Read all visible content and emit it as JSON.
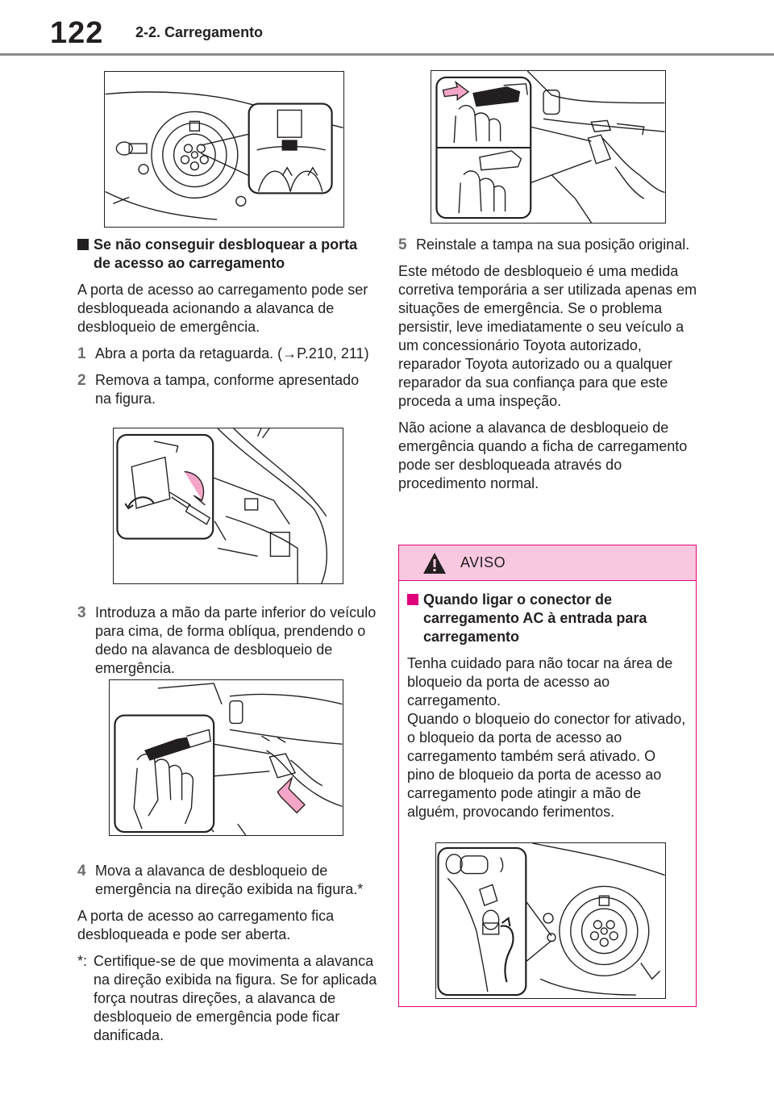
{
  "header": {
    "page_number": "122",
    "section_title": "2-2. Carregamento"
  },
  "left": {
    "heading": "Se não conseguir desbloquear a porta de acesso ao carregamento",
    "intro": "A porta de acesso ao carregamento pode ser desbloqueada acionando a alavanca de desbloqueio de emergência.",
    "steps": [
      {
        "num": "1",
        "text": "Abra a porta da retaguarda. (→P.210, 211)"
      },
      {
        "num": "2",
        "text": "Remova a tampa, conforme apresentado na figura."
      },
      {
        "num": "3",
        "text": "Introduza a mão da parte inferior do veículo para cima, de forma oblíqua, prendendo o dedo na alavanca de desbloqueio de emergência."
      },
      {
        "num": "4",
        "text": "Mova a alavanca de desbloqueio de emergência na direção exibida na figura.*"
      }
    ],
    "after_steps": "A porta de acesso ao carregamento fica desbloqueada e pode ser aberta.",
    "footnote_mark": "*:",
    "footnote": "Certifique-se de que movimenta a alavanca na direção exibida na figura. Se for aplicada força noutras direções, a alavanca de desbloqueio de emergência pode ficar danificada."
  },
  "right": {
    "step5": {
      "num": "5",
      "text": "Reinstale a tampa na sua posição original."
    },
    "para1": "Este método de desbloqueio é uma medida corretiva temporária a ser utilizada apenas em situações de emergência. Se o problema persistir, leve imediatamente o seu veículo a um concessionário Toyota autorizado, reparador Toyota autorizado ou a qualquer reparador da sua confiança para que este proceda a uma inspeção.",
    "para2": "Não acione a alavanca de desbloqueio de emergência quando a ficha de carregamento pode ser desbloqueada através do procedimento normal."
  },
  "warning": {
    "label": "AVISO",
    "heading": "Quando ligar o conector de carregamento AC à entrada para carregamento",
    "text1": "Tenha cuidado para não tocar na área de bloqueio da porta de acesso ao carregamento.",
    "text2": "Quando o bloqueio do conector for ativado, o bloqueio da porta de acesso ao carregamento também será ativado. O pino de bloqueio da porta de acesso ao carregamento pode atingir a mão de alguém, provocando ferimentos."
  },
  "colors": {
    "warning_accent": "#e0007a",
    "warning_header_bg": "#f8c8e0",
    "arrow_fill": "#f4a6c8",
    "step_number": "#6d6e71"
  }
}
